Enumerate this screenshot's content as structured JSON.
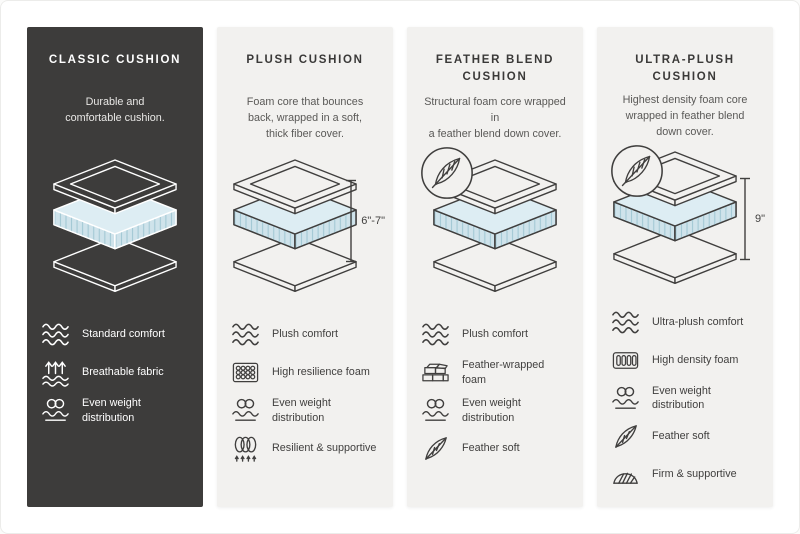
{
  "colors": {
    "dark_panel": "#3d3c3b",
    "light_panel": "#f2f1ef",
    "foam_blue": "#cfe3eb",
    "foam_blue_top": "#ddedf3",
    "hatch_blue": "#a3c8d4"
  },
  "panels": [
    {
      "title": "CLASSIC CUSHION",
      "description": "Durable and\ncomfortable cushion.",
      "measurement": "",
      "features": [
        {
          "icon_name": "wave-comfort-icon",
          "icon": "#i-wave",
          "label": "Standard comfort"
        },
        {
          "icon_name": "breathable-icon",
          "icon": "#i-breathe",
          "label": "Breathable fabric"
        },
        {
          "icon_name": "weight-distribution-icon",
          "icon": "#i-weight",
          "label": "Even weight distribution"
        }
      ]
    },
    {
      "title": "PLUSH CUSHION",
      "description": "Foam core that bounces\nback, wrapped in a soft,\nthick fiber cover.",
      "measurement": "6\"-7\"",
      "features": [
        {
          "icon_name": "wave-comfort-icon",
          "icon": "#i-wave",
          "label": "Plush comfort"
        },
        {
          "icon_name": "foam-bubbles-icon",
          "icon": "#i-foam",
          "label": "High resilience foam"
        },
        {
          "icon_name": "weight-distribution-icon",
          "icon": "#i-weight",
          "label": "Even weight distribution"
        },
        {
          "icon_name": "spring-icon",
          "icon": "#i-spring",
          "label": "Resilient & supportive"
        }
      ]
    },
    {
      "title": "FEATHER BLEND\nCUSHION",
      "description": "Structural foam core wrapped in\na feather blend down cover.",
      "measurement": "",
      "features": [
        {
          "icon_name": "wave-comfort-icon",
          "icon": "#i-wave",
          "label": "Plush comfort"
        },
        {
          "icon_name": "bricks-icon",
          "icon": "#i-bricks",
          "label": "Feather-wrapped foam"
        },
        {
          "icon_name": "weight-distribution-icon",
          "icon": "#i-weight",
          "label": "Even weight distribution"
        },
        {
          "icon_name": "feather-icon",
          "icon": "#i-feather",
          "label": "Feather soft"
        }
      ]
    },
    {
      "title": "ULTRA-PLUSH\nCUSHION",
      "description": "Highest density foam core\nwrapped in feather blend\ndown cover.",
      "measurement": "9\"",
      "features": [
        {
          "icon_name": "wave-comfort-icon",
          "icon": "#i-wave",
          "label": "Ultra-plush comfort"
        },
        {
          "icon_name": "density-foam-icon",
          "icon": "#i-density",
          "label": "High density foam"
        },
        {
          "icon_name": "weight-distribution-icon",
          "icon": "#i-weight",
          "label": "Even weight distribution"
        },
        {
          "icon_name": "feather-icon",
          "icon": "#i-feather",
          "label": "Feather soft"
        },
        {
          "icon_name": "firm-support-icon",
          "icon": "#i-firm",
          "label": "Firm & supportive"
        }
      ]
    }
  ]
}
